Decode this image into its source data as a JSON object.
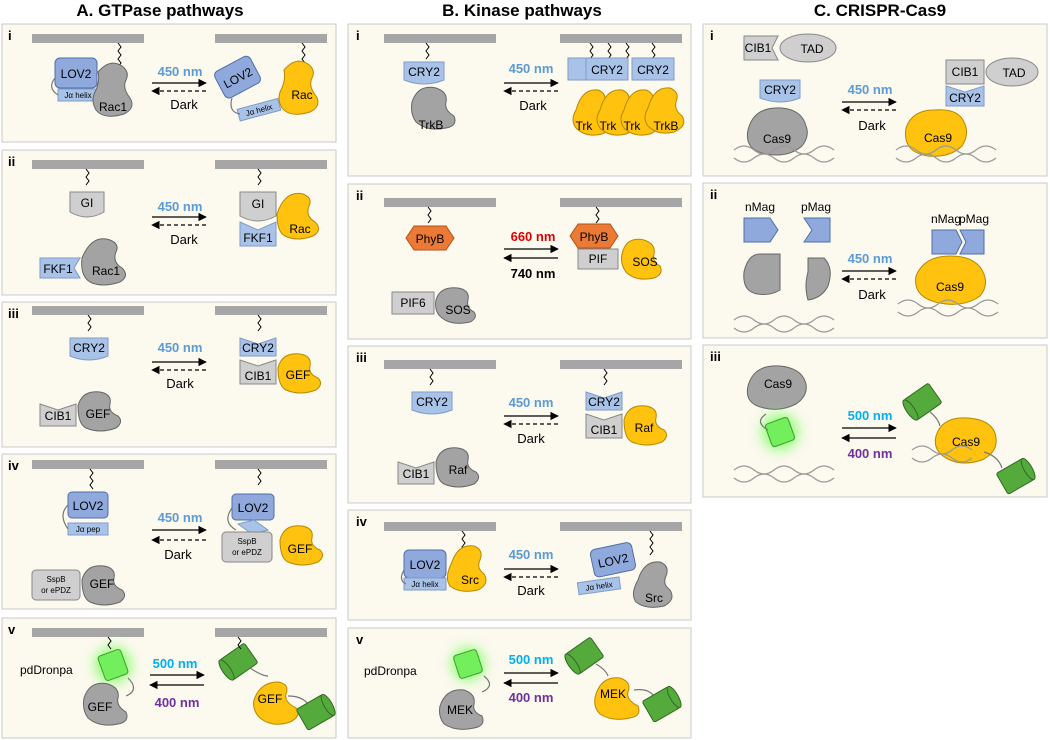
{
  "columns": {
    "a": {
      "title": "A. GTPase pathways"
    },
    "b": {
      "title": "B. Kinase pathways"
    },
    "c": {
      "title": "C. CRISPR-Cas9"
    }
  },
  "numerals": [
    "i",
    "ii",
    "iii",
    "iv",
    "v"
  ],
  "light": {
    "blue450": "450 nm",
    "dark": "Dark",
    "red660": "660 nm",
    "far740": "740 nm",
    "cyan500": "500 nm",
    "violet400": "400 nm"
  },
  "labels": {
    "lov2": "LOV2",
    "ja_helix": "Jα helix",
    "ja_pep": "Jα pep",
    "rac1": "Rac1",
    "rac": "Rac",
    "gi": "GI",
    "fkf1": "FKF1",
    "cry2": "CRY2",
    "cib1": "CIB1",
    "gef": "GEF",
    "sspb_line1": "SspB",
    "sspb_line2": "or ePDZ",
    "pddronpa": "pdDronpa",
    "trkb": "TrkB",
    "trk_trunc": "Trk",
    "phyb": "PhyB",
    "pif6": "PIF6",
    "pif": "PIF",
    "sos": "SOS",
    "raf": "Raf",
    "src": "Src",
    "mek": "MEK",
    "tad": "TAD",
    "cas9": "Cas9",
    "nmag": "nMag",
    "pmag": "pMag"
  },
  "colors": {
    "panel_bg": "#fcf9ef",
    "membrane": "#a6a6a6",
    "inactive_protein": "#a3a3a3",
    "active_protein": "#fec20f",
    "photoreceptor_blue": "#a9c3e8",
    "lov2_blue": "#8fa9dc",
    "phyb_orange": "#ea7a35",
    "dronpa_green": "#55aa3c",
    "fluorescent_green": "#73ee5d",
    "text_450nm": "#5b9bd5",
    "text_660nm": "#e00000",
    "text_500nm": "#00b0f0",
    "text_400nm": "#7030a0"
  }
}
